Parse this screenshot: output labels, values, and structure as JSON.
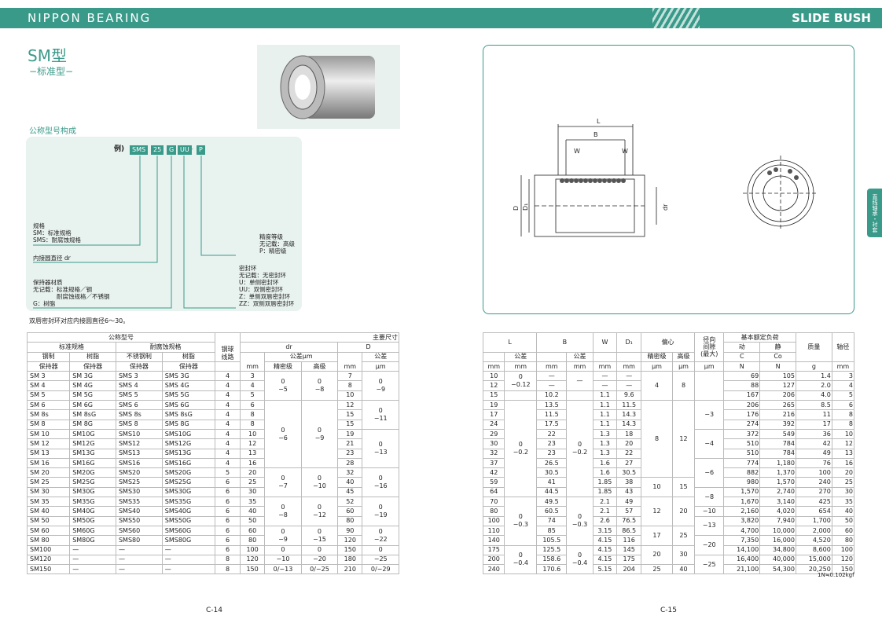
{
  "header": {
    "brand": "NIPPON BEARING",
    "section": "SLIDE BUSH"
  },
  "title": "SM型",
  "subtitle": "−标准型−",
  "config": {
    "label": "公称型号构成",
    "example_prefix": "例)",
    "pills": [
      "SMS",
      "25",
      "G",
      "UU",
      "P"
    ],
    "pill_sep": "-",
    "items": [
      {
        "title": "规格",
        "lines": [
          "SM：标准规格",
          "SMS：耐腐蚀规格"
        ]
      },
      {
        "title": "内接圆直径 dr",
        "lines": []
      },
      {
        "title": "保持器材质",
        "lines": [
          "无记载：标准规格／钢",
          "　　　　耐腐蚀规格／不锈钢",
          "G：树脂"
        ]
      },
      {
        "title": "精度等级",
        "lines": [
          "无记载：高级",
          "P：精密级"
        ]
      },
      {
        "title": "密封环",
        "lines": [
          "无记载：无密封环",
          "U：单侧密封环",
          "UU：双侧密封环",
          "Z：单侧双唇密封环",
          "ZZ：双侧双唇密封环"
        ]
      }
    ]
  },
  "note": "双唇密封环对应内接圆直径6～30。",
  "left_table": {
    "top_right": "主要尺寸",
    "h_nominal": "公称型号",
    "h_std": "标准规格",
    "h_corr": "耐腐蚀规格",
    "h_steel": "钢制",
    "h_resin": "树脂",
    "h_ss": "不锈钢制",
    "h_resin2": "树脂",
    "h_holder": "保持器",
    "h_balls": "钢球",
    "h_lines": "线路",
    "h_dr": "dr",
    "h_tol": "公差μm",
    "h_prec": "精密级",
    "h_high": "高级",
    "h_D": "D",
    "h_Dtol": "公差",
    "h_mm": "mm",
    "h_um": "μm",
    "rows": [
      [
        "SM  3",
        "SM  3G",
        "SMS  3",
        "SMS  3G",
        "4",
        "3",
        "7"
      ],
      [
        "SM  4",
        "SM  4G",
        "SMS  4",
        "SMS  4G",
        "4",
        "4",
        "8"
      ],
      [
        "SM  5",
        "SM  5G",
        "SMS  5",
        "SMS  5G",
        "4",
        "5",
        "10"
      ],
      [
        "SM  6",
        "SM  6G",
        "SMS  6",
        "SMS  6G",
        "4",
        "6",
        "12"
      ],
      [
        "SM  8s",
        "SM  8sG",
        "SMS  8s",
        "SMS  8sG",
        "4",
        "8",
        "15"
      ],
      [
        "SM  8",
        "SM  8G",
        "SMS  8",
        "SMS  8G",
        "4",
        "8",
        "15"
      ],
      [
        "SM  10",
        "SM10G",
        "SMS10",
        "SMS10G",
        "4",
        "10",
        "19"
      ],
      [
        "SM  12",
        "SM12G",
        "SMS12",
        "SMS12G",
        "4",
        "12",
        "21"
      ],
      [
        "SM  13",
        "SM13G",
        "SMS13",
        "SMS13G",
        "4",
        "13",
        "23"
      ],
      [
        "SM  16",
        "SM16G",
        "SMS16",
        "SMS16G",
        "4",
        "16",
        "28"
      ],
      [
        "SM  20",
        "SM20G",
        "SMS20",
        "SMS20G",
        "5",
        "20",
        "32"
      ],
      [
        "SM  25",
        "SM25G",
        "SMS25",
        "SMS25G",
        "6",
        "25",
        "40"
      ],
      [
        "SM  30",
        "SM30G",
        "SMS30",
        "SMS30G",
        "6",
        "30",
        "45"
      ],
      [
        "SM  35",
        "SM35G",
        "SMS35",
        "SMS35G",
        "6",
        "35",
        "52"
      ],
      [
        "SM  40",
        "SM40G",
        "SMS40",
        "SMS40G",
        "6",
        "40",
        "60"
      ],
      [
        "SM  50",
        "SM50G",
        "SMS50",
        "SMS50G",
        "6",
        "50",
        "80"
      ],
      [
        "SM  60",
        "SM60G",
        "SMS60",
        "SMS60G",
        "6",
        "60",
        "90"
      ],
      [
        "SM  80",
        "SM80G",
        "SMS80",
        "SMS80G",
        "6",
        "80",
        "120"
      ],
      [
        "SM100",
        "—",
        "—",
        "—",
        "6",
        "100",
        "150"
      ],
      [
        "SM120",
        "—",
        "—",
        "—",
        "8",
        "120",
        "180"
      ],
      [
        "SM150",
        "—",
        "—",
        "—",
        "8",
        "150",
        "210"
      ]
    ],
    "tol_groups": [
      {
        "rows": [
          0,
          3
        ],
        "prec": "0\n−5",
        "high": "0\n−8"
      },
      {
        "rows": [
          3,
          10
        ],
        "prec": "0\n−6",
        "high": "0\n−9"
      },
      {
        "rows": [
          10,
          13
        ],
        "prec": "0\n−7",
        "high": "0\n−10"
      },
      {
        "rows": [
          13,
          16
        ],
        "prec": "0\n−8",
        "high": "0\n−12"
      },
      {
        "rows": [
          16,
          18
        ],
        "prec": "0\n−9",
        "high": "0\n−15"
      },
      {
        "rows": [
          18,
          19
        ],
        "prec": "0",
        "high": "0"
      },
      {
        "rows": [
          19,
          20
        ],
        "prec": "−10",
        "high": "−20"
      },
      {
        "rows": [
          20,
          21
        ],
        "prec": "0/−13",
        "high": "0/−25"
      }
    ],
    "Dtol_groups": [
      {
        "rows": [
          0,
          3
        ],
        "v": "0\n−9"
      },
      {
        "rows": [
          3,
          6
        ],
        "v": "0\n−11"
      },
      {
        "rows": [
          6,
          10
        ],
        "v": "0\n−13"
      },
      {
        "rows": [
          10,
          13
        ],
        "v": "0\n−16"
      },
      {
        "rows": [
          13,
          16
        ],
        "v": "0\n−19"
      },
      {
        "rows": [
          16,
          18
        ],
        "v": "0\n−22"
      },
      {
        "rows": [
          18,
          19
        ],
        "v": "0"
      },
      {
        "rows": [
          19,
          20
        ],
        "v": "−25"
      },
      {
        "rows": [
          20,
          21
        ],
        "v": "0/−29"
      }
    ]
  },
  "right_table": {
    "h": {
      "L": "L",
      "B": "B",
      "W": "W",
      "D1": "D₁",
      "ecc": "偏心",
      "clear": "径向\n间隙\n(最大)",
      "load": "基本额定负荷",
      "dyn": "动",
      "sta": "静",
      "C": "C",
      "Co": "Co",
      "mass": "质量",
      "shaft": "轴径",
      "tol": "公差",
      "prec": "精密级",
      "high": "高级",
      "mm": "mm",
      "um": "μm",
      "N": "N",
      "g": "g"
    },
    "rows": [
      [
        "10",
        "—",
        "1.4",
        "3",
        "69",
        "105"
      ],
      [
        "12",
        "—",
        "2.0",
        "4",
        "88",
        "127"
      ],
      [
        "15",
        "10.2",
        "4.0",
        "5",
        "167",
        "206"
      ],
      [
        "19",
        "13.5",
        "8.5",
        "6",
        "206",
        "265"
      ],
      [
        "17",
        "11.5",
        "11",
        "8",
        "176",
        "216"
      ],
      [
        "24",
        "17.5",
        "17",
        "8",
        "274",
        "392"
      ],
      [
        "29",
        "22",
        "36",
        "10",
        "372",
        "549"
      ],
      [
        "30",
        "23",
        "42",
        "12",
        "510",
        "784"
      ],
      [
        "32",
        "23",
        "49",
        "13",
        "510",
        "784"
      ],
      [
        "37",
        "26.5",
        "76",
        "16",
        "774",
        "1,180"
      ],
      [
        "42",
        "30.5",
        "100",
        "20",
        "882",
        "1,370"
      ],
      [
        "59",
        "41",
        "240",
        "25",
        "980",
        "1,570"
      ],
      [
        "64",
        "44.5",
        "270",
        "30",
        "1,570",
        "2,740"
      ],
      [
        "70",
        "49.5",
        "425",
        "35",
        "1,670",
        "3,140"
      ],
      [
        "80",
        "60.5",
        "654",
        "40",
        "2,160",
        "4,020"
      ],
      [
        "100",
        "74",
        "1,700",
        "50",
        "3,820",
        "7,940"
      ],
      [
        "110",
        "85",
        "2,000",
        "60",
        "4,700",
        "10,000"
      ],
      [
        "140",
        "105.5",
        "4,520",
        "80",
        "7,350",
        "16,000"
      ],
      [
        "175",
        "125.5",
        "8,600",
        "100",
        "14,100",
        "34,800"
      ],
      [
        "200",
        "158.6",
        "15,000",
        "120",
        "16,400",
        "40,000"
      ],
      [
        "240",
        "170.6",
        "20,250",
        "150",
        "21,100",
        "54,300"
      ]
    ],
    "W": [
      "—",
      "—",
      "1.1",
      "1.1",
      "1.1",
      "1.1",
      "1.3",
      "1.3",
      "1.3",
      "1.6",
      "1.6",
      "1.85",
      "1.85",
      "2.1",
      "2.1",
      "2.6",
      "3.15",
      "4.15",
      "4.15",
      "4.15",
      "5.15"
    ],
    "D1": [
      "—",
      "—",
      "9.6",
      "11.5",
      "14.3",
      "14.3",
      "18",
      "20",
      "22",
      "27",
      "30.5",
      "38",
      "43",
      "49",
      "57",
      "76.5",
      "86.5",
      "116",
      "145",
      "175",
      "204"
    ]
  },
  "unit_note": "1N≒0.102kgf",
  "pages": [
    "C-14",
    "C-15"
  ],
  "side_tab": "直线轴承・衬套"
}
